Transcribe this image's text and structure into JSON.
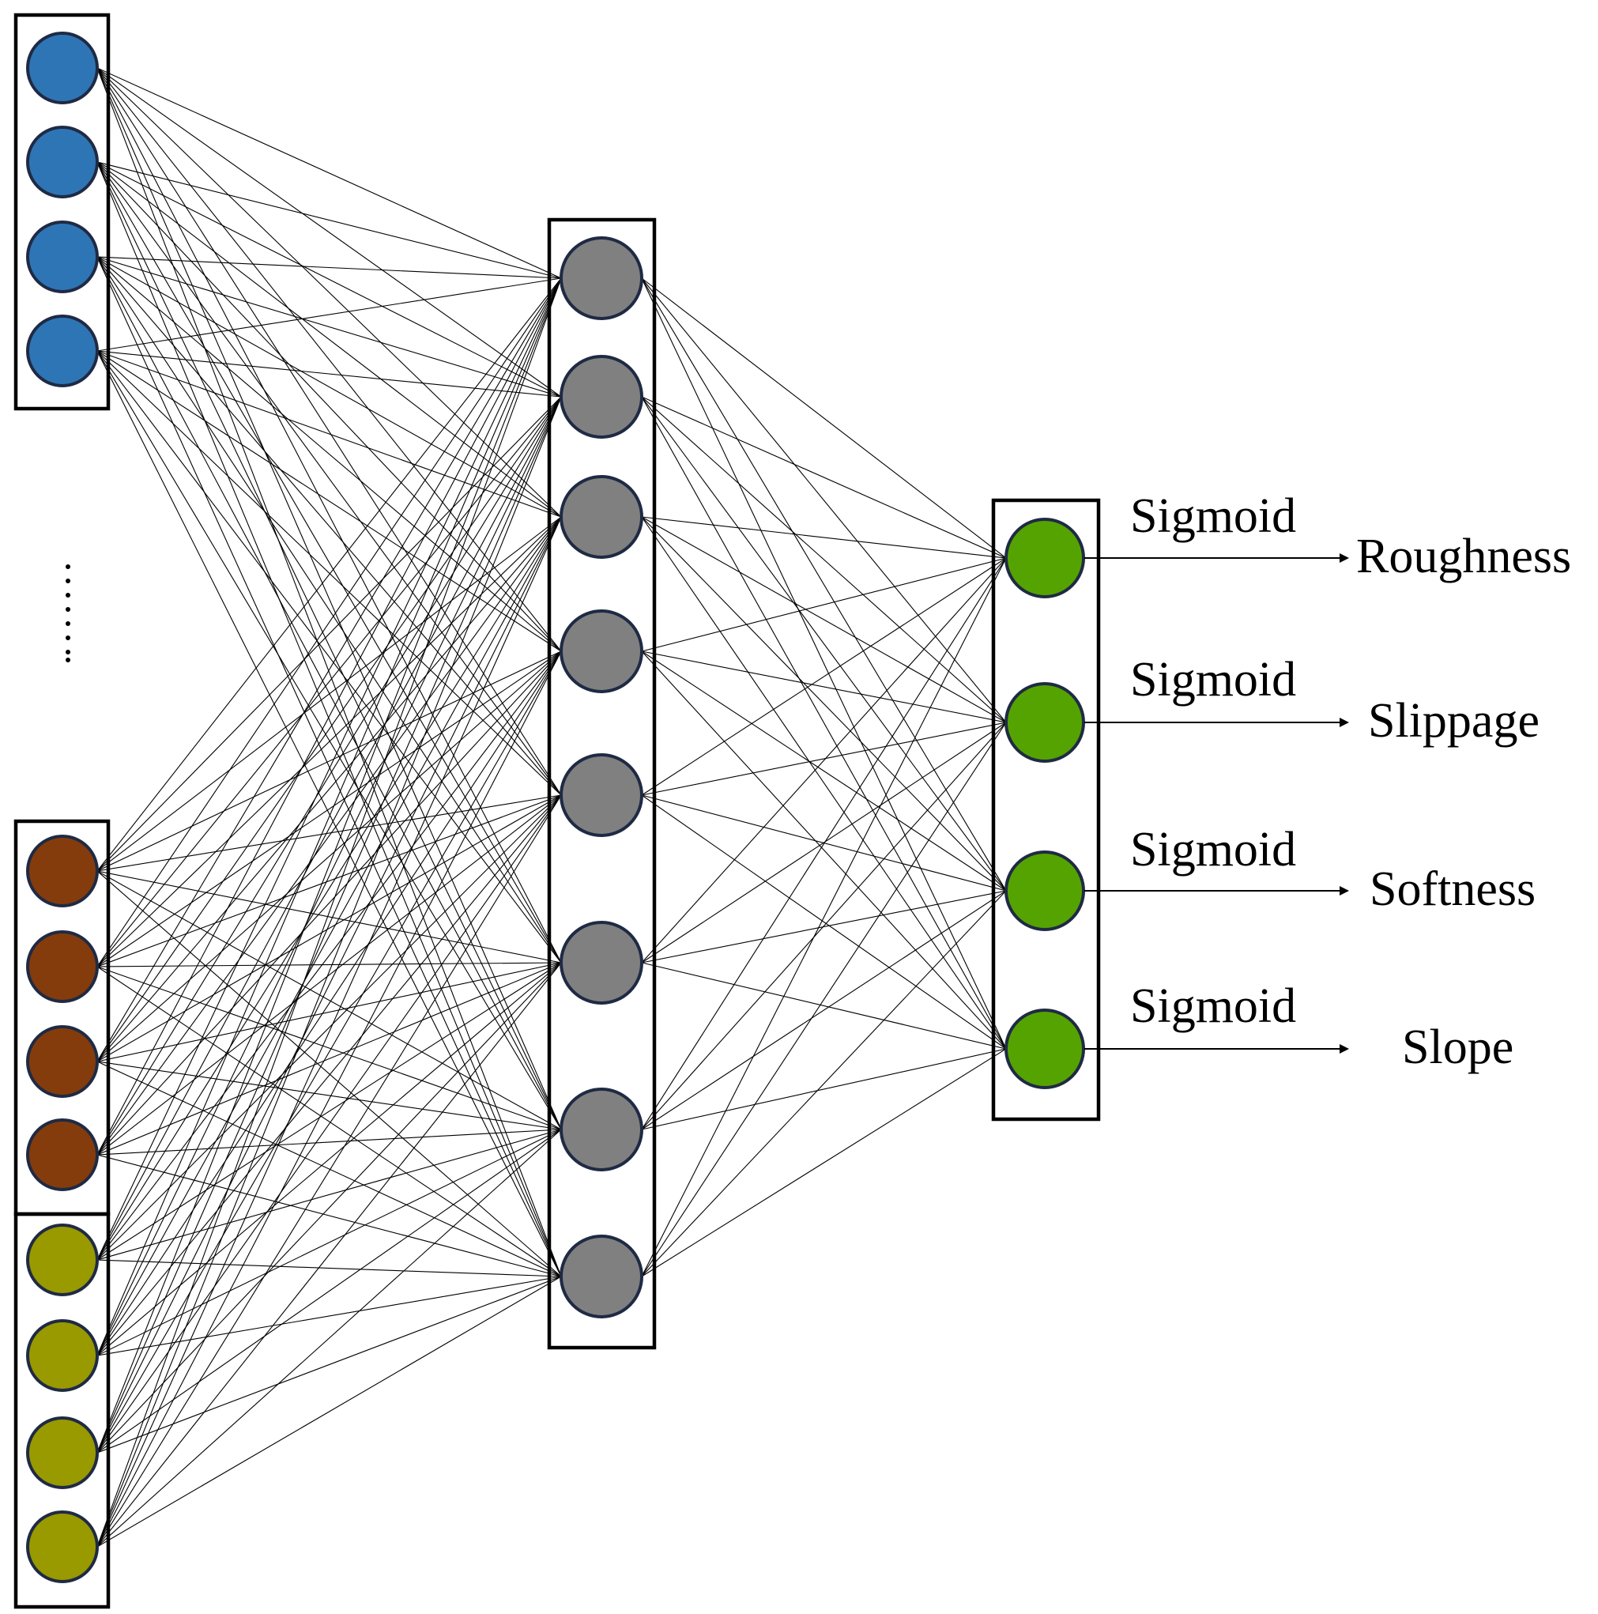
{
  "colors": {
    "input_group_1": "#2e75b6",
    "input_group_2": "#843c0c",
    "input_group_3": "#999900",
    "hidden": "#808080",
    "output": "#55a300",
    "stroke": "#1f2a44",
    "background": "#ffffff"
  },
  "layers": {
    "input_groups": [
      {
        "nodes": 4,
        "color_key": "input_group_1"
      },
      {
        "nodes": 4,
        "color_key": "input_group_2"
      },
      {
        "nodes": 4,
        "color_key": "input_group_3"
      }
    ],
    "ellipsis": "......",
    "hidden": {
      "nodes": 8
    },
    "output": {
      "nodes": 4
    }
  },
  "outputs": [
    {
      "activation": "Sigmoid",
      "label": "Roughness"
    },
    {
      "activation": "Sigmoid",
      "label": "Slippage"
    },
    {
      "activation": "Sigmoid",
      "label": "Softness"
    },
    {
      "activation": "Sigmoid",
      "label": "Slope"
    }
  ]
}
